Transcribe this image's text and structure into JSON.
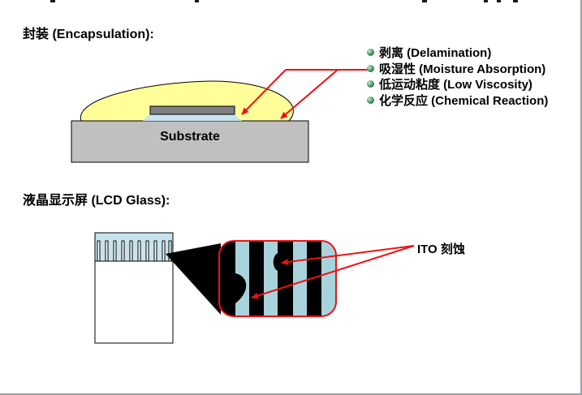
{
  "encapsulation": {
    "heading": "封装 (Encapsulation):",
    "substrate_label": "Substrate",
    "bullets": [
      "剥离 (Delamination)",
      "吸湿性 (Moisture Absorption)",
      "低运动粘度 (Low Viscosity)",
      "化学反应 (Chemical Reaction)"
    ]
  },
  "lcd": {
    "heading": "液晶显示屏 (LCD Glass):",
    "ito_label": "ITO 刻蚀"
  },
  "colors": {
    "encapsulant": "#ffff99",
    "substrate": "#c0c0c0",
    "chip": "#808080",
    "arrow": "#ee1111",
    "electrode": "#a9d3dc",
    "dark": "#000000"
  }
}
